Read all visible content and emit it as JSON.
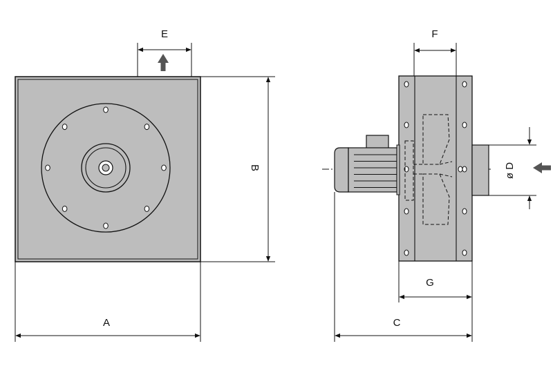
{
  "labels": {
    "A": "A",
    "B": "B",
    "C": "C",
    "D": "ø D",
    "E": "E",
    "F": "F",
    "G": "G"
  },
  "colors": {
    "housing": "#bdbdbd",
    "line": "#111111",
    "arrow": "#555555",
    "background": "#ffffff"
  },
  "icons": {
    "airflow_outlet": "arrow-up-icon",
    "airflow_inlet": "arrow-left-icon"
  }
}
